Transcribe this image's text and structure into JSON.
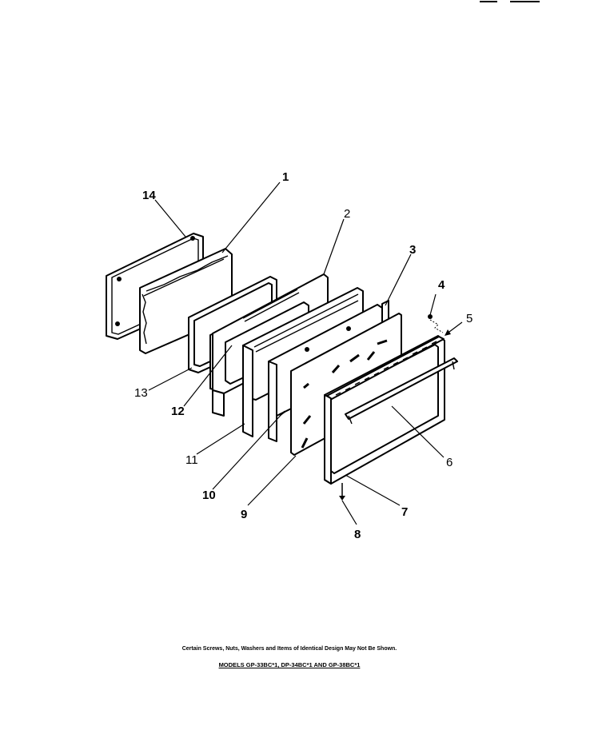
{
  "callouts": [
    "1",
    "2",
    "3",
    "4",
    "5",
    "6",
    "7",
    "8",
    "9",
    "10",
    "11",
    "12",
    "13",
    "14"
  ],
  "footnote": "Certain Screws, Nuts, Washers and Items of Identical Design May Not Be Shown.",
  "models_caption": "MODELS GP-33BC*1, DP-34BC*1 AND GP-38BC*1"
}
